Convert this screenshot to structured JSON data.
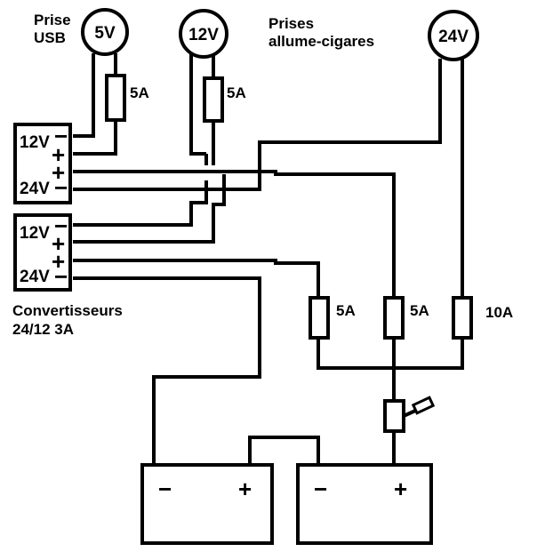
{
  "labels": {
    "usb_line1": "Prise",
    "usb_line2": "USB",
    "lighter_line1": "Prises",
    "lighter_line2": "allume-cigares",
    "converters_line1": "Convertisseurs",
    "converters_line2": "24/12 3A"
  },
  "sockets": {
    "usb": "5V",
    "lighter_12v": "12V",
    "lighter_24v": "24V"
  },
  "fuses": {
    "usb": "5A",
    "lighter_12v": "5A",
    "converter": "5A",
    "main": "5A",
    "lighter_24v": "10A"
  },
  "converter_terminals": {
    "out_voltage": "12V",
    "in_voltage": "24V",
    "minus": "−",
    "plus": "+"
  },
  "battery_terminals": {
    "minus": "−",
    "plus": "+"
  }
}
